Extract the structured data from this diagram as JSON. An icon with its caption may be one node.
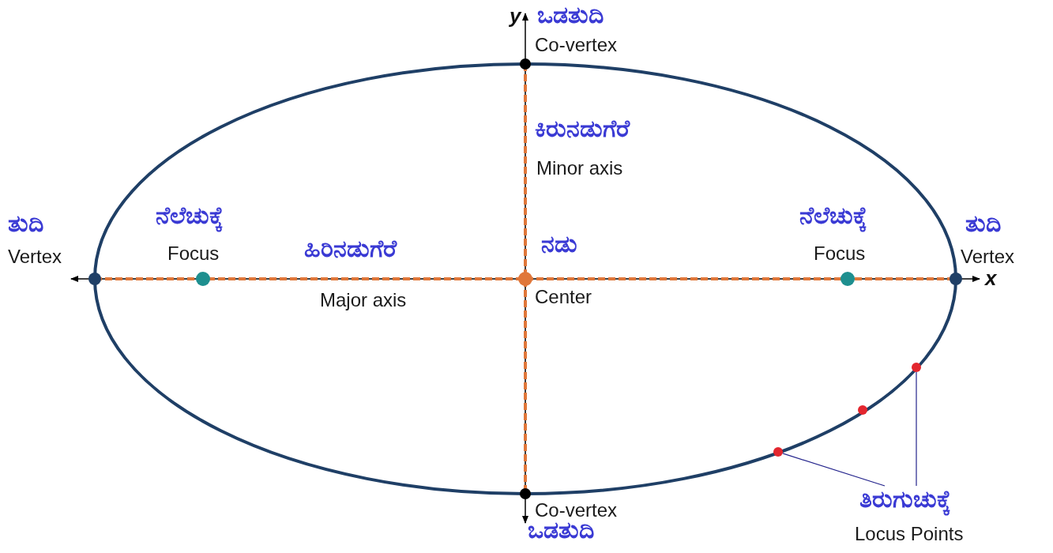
{
  "diagram": {
    "nodes": [
      {
        "text": [
          "ತಿರುಗುಚುಕ್ಕೆ",
          "Locus Points"
        ]
      },
      {
        "text": [],
        "shape": "circle"
      },
      {
        "text": [],
        "shape": "circle"
      },
      {
        "text": [],
        "shape": "circle"
      }
    ],
    "edges": [
      {
        "from": 0,
        "to": 1,
        "arrow": "none"
      },
      {
        "from": 0,
        "to": 3,
        "arrow": "none"
      }
    ],
    "labels": [
      "y",
      "ಒಡತುದಿ",
      "Co-vertex",
      "ಕಿರುನಡುಗೆರೆ",
      "Minor axis",
      "ತುದಿ",
      "ನೆಲೆಚುಕ್ಕೆ",
      "ನೆಲೆಚುಕ್ಕೆ",
      "ತುದಿ",
      "Vertex",
      "Focus",
      "ಹಿರಿನಡುಗೆರೆ",
      "ನಡು",
      "Focus",
      "Vertex",
      "x",
      "Major axis",
      "Center",
      "Co-vertex",
      "ಒಡತುದಿ"
    ]
  }
}
